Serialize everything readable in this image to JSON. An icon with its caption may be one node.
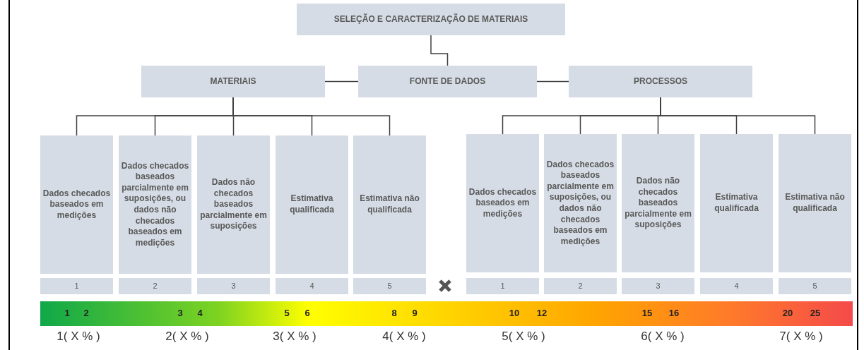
{
  "diagram": {
    "nodes": [
      {
        "text": [
          "SELEÇÃO E CARACTERIZAÇÃO DE MATERIAIS"
        ]
      },
      {
        "text": [
          "MATERIAIS"
        ]
      },
      {
        "text": [
          "FONTE DE DADOS"
        ]
      },
      {
        "text": [
          "PROCESSOS"
        ]
      },
      {
        "text": [
          "Dados checados baseados em medições"
        ]
      },
      {
        "text": [
          "Dados checados baseados parcialmente em suposições, ou dados não checados baseados em medições"
        ]
      },
      {
        "text": [
          "Dados não checados baseados parcialmente em suposições"
        ]
      },
      {
        "text": [
          "Estimativa qualificada"
        ]
      },
      {
        "text": [
          "Estimativa não qualificada"
        ]
      },
      {
        "text": [
          "Dados checados baseados em medições"
        ]
      },
      {
        "text": [
          "Dados checados baseados parcialmente em suposições, ou dados não checados baseados em medições"
        ]
      },
      {
        "text": [
          "Dados não checados baseados parcialmente em suposições"
        ]
      },
      {
        "text": [
          "Estimativa qualificada"
        ]
      },
      {
        "text": [
          "Estimativa não qualificada"
        ]
      },
      {
        "text": [
          "1"
        ]
      },
      {
        "text": [
          "2"
        ]
      },
      {
        "text": [
          "3"
        ]
      },
      {
        "text": [
          "4"
        ]
      },
      {
        "text": [
          "5"
        ]
      },
      {
        "text": [
          "1"
        ]
      },
      {
        "text": [
          "2"
        ]
      },
      {
        "text": [
          "3"
        ]
      },
      {
        "text": [
          "4"
        ]
      },
      {
        "text": [
          "5"
        ]
      }
    ],
    "edges": [
      {
        "from": 0,
        "to": 2,
        "arrow": "none"
      },
      {
        "from": 1,
        "to": 2,
        "arrow": "none"
      },
      {
        "from": 2,
        "to": 3,
        "arrow": "none"
      },
      {
        "from": 1,
        "to": 4,
        "arrow": "none"
      },
      {
        "from": 1,
        "to": 5,
        "arrow": "none"
      },
      {
        "from": 1,
        "to": 6,
        "arrow": "none"
      },
      {
        "from": 1,
        "to": 7,
        "arrow": "none"
      },
      {
        "from": 1,
        "to": 8,
        "arrow": "none"
      },
      {
        "from": 3,
        "to": 9,
        "arrow": "none"
      },
      {
        "from": 3,
        "to": 10,
        "arrow": "none"
      },
      {
        "from": 3,
        "to": 11,
        "arrow": "none"
      },
      {
        "from": 3,
        "to": 12,
        "arrow": "none"
      },
      {
        "from": 3,
        "to": 13,
        "arrow": "none"
      }
    ],
    "labels": [
      "1",
      "2",
      "3",
      "4",
      "5",
      "6",
      "8",
      "9",
      "10",
      "12",
      "15",
      "16",
      "20",
      "25",
      "1( X % )",
      "2( X % )",
      "3( X % )",
      "4( X % )",
      "5( X % )",
      "6( X % )",
      "7( X % )"
    ]
  }
}
